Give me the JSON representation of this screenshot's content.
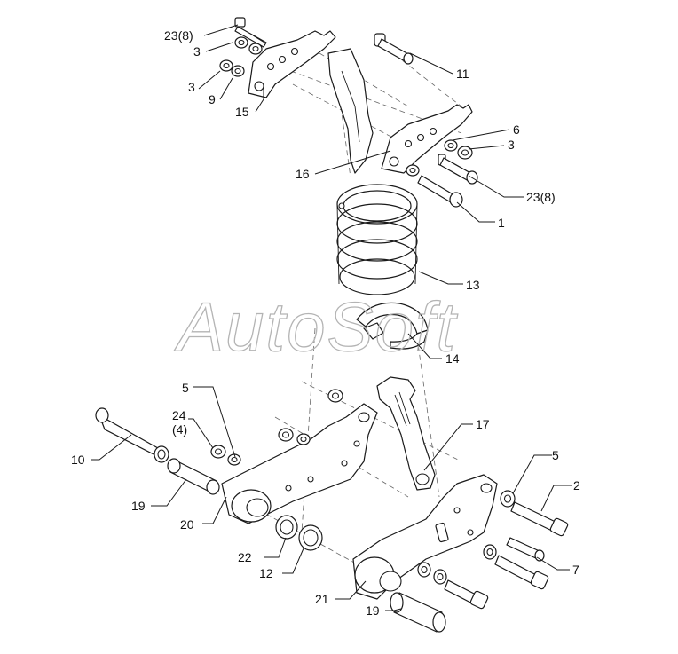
{
  "watermark": "AutoSoft",
  "callouts": {
    "c1": "1",
    "c2": "2",
    "c3a": "3",
    "c3b": "3",
    "c3c": "3",
    "c5a": "5",
    "c5b": "5",
    "c6": "6",
    "c7": "7",
    "c9": "9",
    "c10": "10",
    "c11": "11",
    "c12": "12",
    "c13": "13",
    "c14": "14",
    "c15": "15",
    "c16": "16",
    "c17": "17",
    "c19a": "19",
    "c19b": "19",
    "c20": "20",
    "c21": "21",
    "c22": "22",
    "c23a": "23(8)",
    "c23b": "23(8)",
    "c24": "24",
    "c24q": "(4)"
  }
}
